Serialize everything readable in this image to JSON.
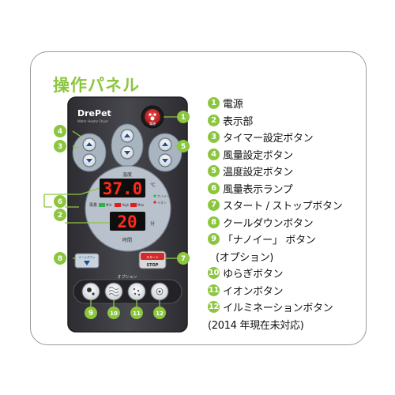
{
  "title": "操作パネル",
  "device": {
    "brand": "DrePet",
    "brand_sub": "Water Heater Dryer",
    "power_label": "電源",
    "temp_label": "温度",
    "time_label": "時間",
    "temp_value": "37.0",
    "time_value": "20",
    "temp_unit": "℃",
    "time_unit": "分",
    "wind_label": "風量",
    "wind_levels": [
      "Mid",
      "High",
      "Max"
    ],
    "lamp_labels": [
      "ナノイー",
      "イオン"
    ],
    "options_label": "オプション",
    "cooldown_label": "クールダウン",
    "start_label": "スタート",
    "stop_label": "STOP"
  },
  "legend": [
    {
      "num": "1",
      "text": "電源"
    },
    {
      "num": "2",
      "text": "表示部"
    },
    {
      "num": "3",
      "text": "タイマー設定ボタン"
    },
    {
      "num": "4",
      "text": "風量設定ボタン"
    },
    {
      "num": "5",
      "text": "温度設定ボタン"
    },
    {
      "num": "6",
      "text": "風量表示ランプ"
    },
    {
      "num": "7",
      "text": "スタート / ストップボタン"
    },
    {
      "num": "8",
      "text": "クールダウンボタン"
    },
    {
      "num": "9",
      "text": "「ナノイー」 ボタン"
    },
    {
      "num": "",
      "text": "(オプション)"
    },
    {
      "num": "10",
      "text": "ゆらぎボタン"
    },
    {
      "num": "11",
      "text": "イオンボタン"
    },
    {
      "num": "12",
      "text": "イルミネーションボタン"
    },
    {
      "num": "",
      "text": "(2014 年現在未対応)"
    }
  ],
  "colors": {
    "accent": "#8cc63f",
    "panel": "#3a3a40",
    "display_red": "#ff2a1a",
    "power_red": "#d8282a"
  }
}
